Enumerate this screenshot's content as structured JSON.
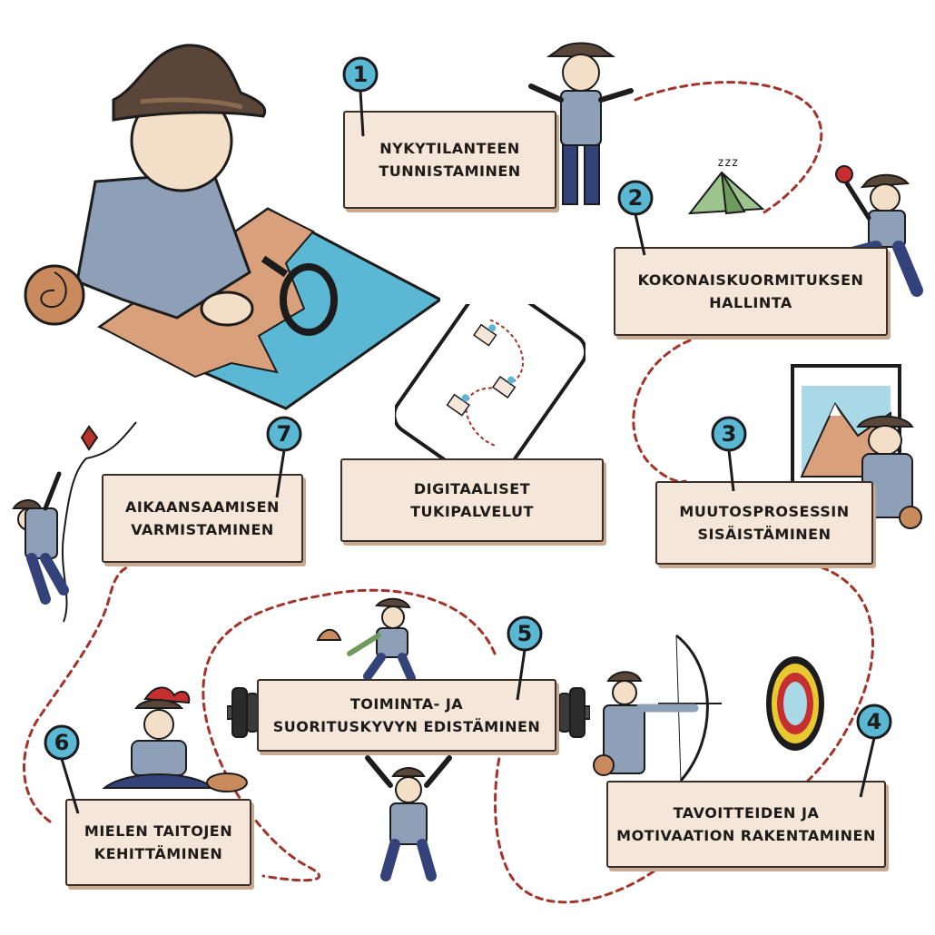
{
  "steps": [
    {
      "num": "1",
      "line1": "NYKYTILANTEEN",
      "line2": "TUNNISTAMINEN"
    },
    {
      "num": "2",
      "line1": "KOKONAISKUORMITUKSEN",
      "line2": "HALLINTA"
    },
    {
      "num": "3",
      "line1": "MUUTOSPROSESSIN",
      "line2": "SISÄISTÄMINEN"
    },
    {
      "num": "4",
      "line1": "TAVOITTEIDEN JA",
      "line2": "MOTIVAATION RAKENTAMINEN"
    },
    {
      "num": "5",
      "line1": "TOIMINTA- JA",
      "line2": "SUORITUSKYVYN EDISTÄMINEN"
    },
    {
      "num": "6",
      "line1": "MIELEN TAITOJEN",
      "line2": "KEHITTÄMINEN"
    },
    {
      "num": "7",
      "line1": "AIKAANSAAMISEN",
      "line2": "VARMISTAMINEN"
    }
  ],
  "center": {
    "line1": "DIGITAALISET",
    "line2": "TUKIPALVELUT"
  },
  "tent_text": "zzz",
  "colors": {
    "card": "#f4e6d8",
    "pin": "#5bb8d4",
    "path": "#a4332a",
    "map_water": "#5bb8d4",
    "map_land": "#d9a07c",
    "shirt": "#8e9fb8",
    "hat": "#5a4638"
  }
}
